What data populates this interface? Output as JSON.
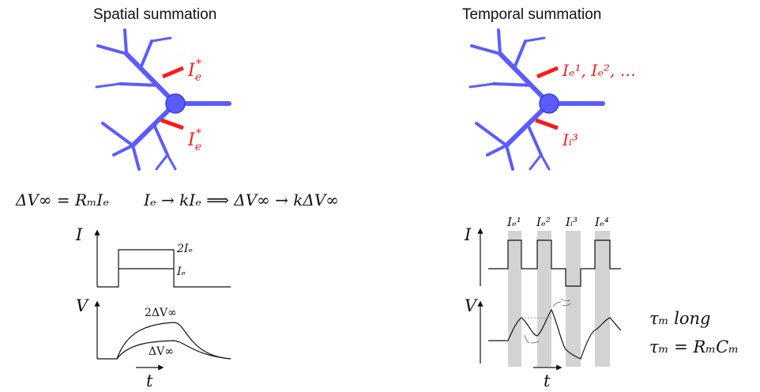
{
  "spatial": {
    "title": "Spatial summation",
    "stim_top": {
      "base": "I",
      "sub": "e",
      "sup": "*"
    },
    "stim_bottom": {
      "base": "I",
      "sub": "e",
      "sup": "*"
    },
    "equation_left": "ΔV∞ = RₘIₑ",
    "equation_right": "Iₑ → kIₑ ⟹ ΔV∞ → kΔV∞",
    "axis_current": "I",
    "axis_voltage": "V",
    "axis_time": "t",
    "label_2Ie": "2Iₑ",
    "label_Ie": "Iₑ",
    "label_2dV": "2ΔV∞",
    "label_dV": "ΔV∞"
  },
  "temporal": {
    "title": "Temporal summation",
    "stim_top": "Iₑ¹, Iₑ², …",
    "stim_bottom": "Iᵢ³",
    "pulse_labels": [
      "Iₑ¹",
      "Iₑ²",
      "Iᵢ³",
      "Iₑ⁴"
    ],
    "axis_current": "I",
    "axis_voltage": "V",
    "axis_time": "t",
    "tau_long": "τₘ long",
    "tau_eq": "τₘ = RₘCₘ"
  },
  "colors": {
    "neuron": "#5a5cff",
    "neuron_stroke": "#3a3cd8",
    "stimulus": "#ff1a1a",
    "shade": "#d3d3d3"
  }
}
